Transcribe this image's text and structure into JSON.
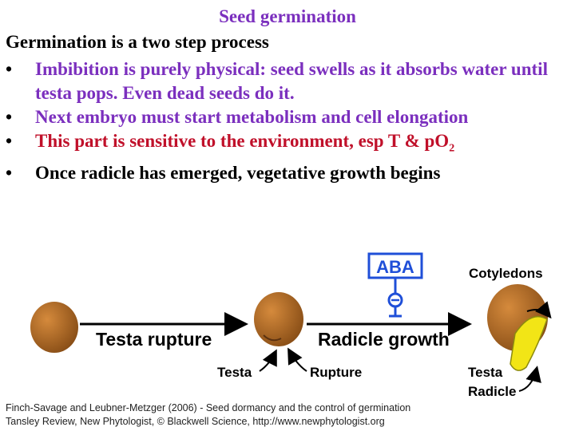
{
  "title": "Seed germination",
  "intro": "Germination is a two step process",
  "bullet_glyph": "•",
  "bullets": [
    {
      "text": "Imbibition is purely physical: seed swells as it absorbs water until testa pops. Even dead seeds do it.",
      "color": "#7b2fbe"
    },
    {
      "text": "Next embryo must start metabolism and cell elongation",
      "color": "#7b2fbe"
    },
    {
      "text_main": "This part is sensitive to the environment, esp T & pO",
      "subscript": "2",
      "color": "#c0102a"
    },
    {
      "text": "Once radicle has emerged, vegetative growth begins",
      "color": "#000000"
    }
  ],
  "figure": {
    "aba_label": "ABA",
    "cotyledons_label": "Cotyledons",
    "testa_rupture_label": "Testa rupture",
    "radicle_growth_label": "Radicle growth",
    "testa_label_1": "Testa",
    "rupture_label": "Rupture",
    "testa_label_2": "Testa",
    "radicle_label": "Radicle",
    "colors": {
      "aba": "#1f4fd8",
      "seed": "#9a5a1a",
      "seed_highlight": "#d58a3c",
      "radicle": "#f2e516",
      "arrow": "#000000"
    }
  },
  "credit": {
    "line1": "Finch-Savage and Leubner-Metzger (2006) - Seed dormancy and the control of germination",
    "line2": "Tansley Review, New Phytologist, © Blackwell Science, http://www.newphytologist.org"
  }
}
